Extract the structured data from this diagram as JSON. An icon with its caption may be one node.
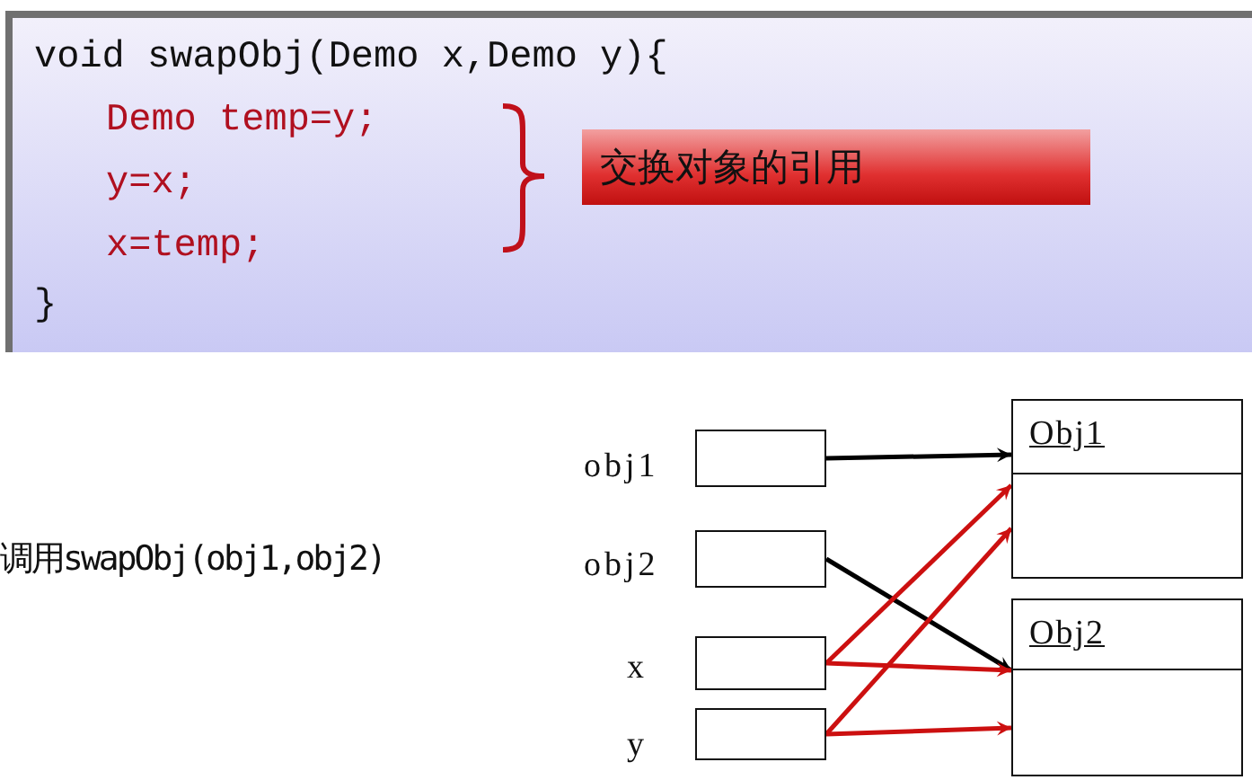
{
  "diagram": {
    "nodes": [
      {
        "text": [
          "void swapObj(Demo x,Demo y){",
          "Demo temp=y;",
          "y=x;",
          "x=temp;",
          "}"
        ]
      },
      {
        "text": [
          "交换对象的引用"
        ],
        "in": 0
      },
      {
        "text": [],
        "shape": "box",
        "beside": [
          "obj1"
        ]
      },
      {
        "text": [],
        "shape": "box",
        "beside": [
          "obj2"
        ]
      },
      {
        "text": [],
        "shape": "box",
        "beside": [
          "x"
        ]
      },
      {
        "text": [],
        "shape": "box",
        "beside": [
          "y"
        ]
      },
      {
        "text": [
          "Obj1"
        ]
      },
      {
        "text": [
          "Obj2"
        ]
      }
    ],
    "edges": [
      {
        "from": 2,
        "to": 6,
        "arrow": "to",
        "color": "#000000"
      },
      {
        "from": 3,
        "to": 7,
        "arrow": "to",
        "color": "#000000"
      },
      {
        "from": 4,
        "to": 6,
        "arrow": "to"
      },
      {
        "from": 4,
        "to": 7,
        "arrow": "to"
      },
      {
        "from": 5,
        "to": 6,
        "arrow": "to"
      },
      {
        "from": 5,
        "to": 7,
        "arrow": "to"
      }
    ],
    "labels": [
      "调用swapObj(obj1,obj2)"
    ]
  }
}
